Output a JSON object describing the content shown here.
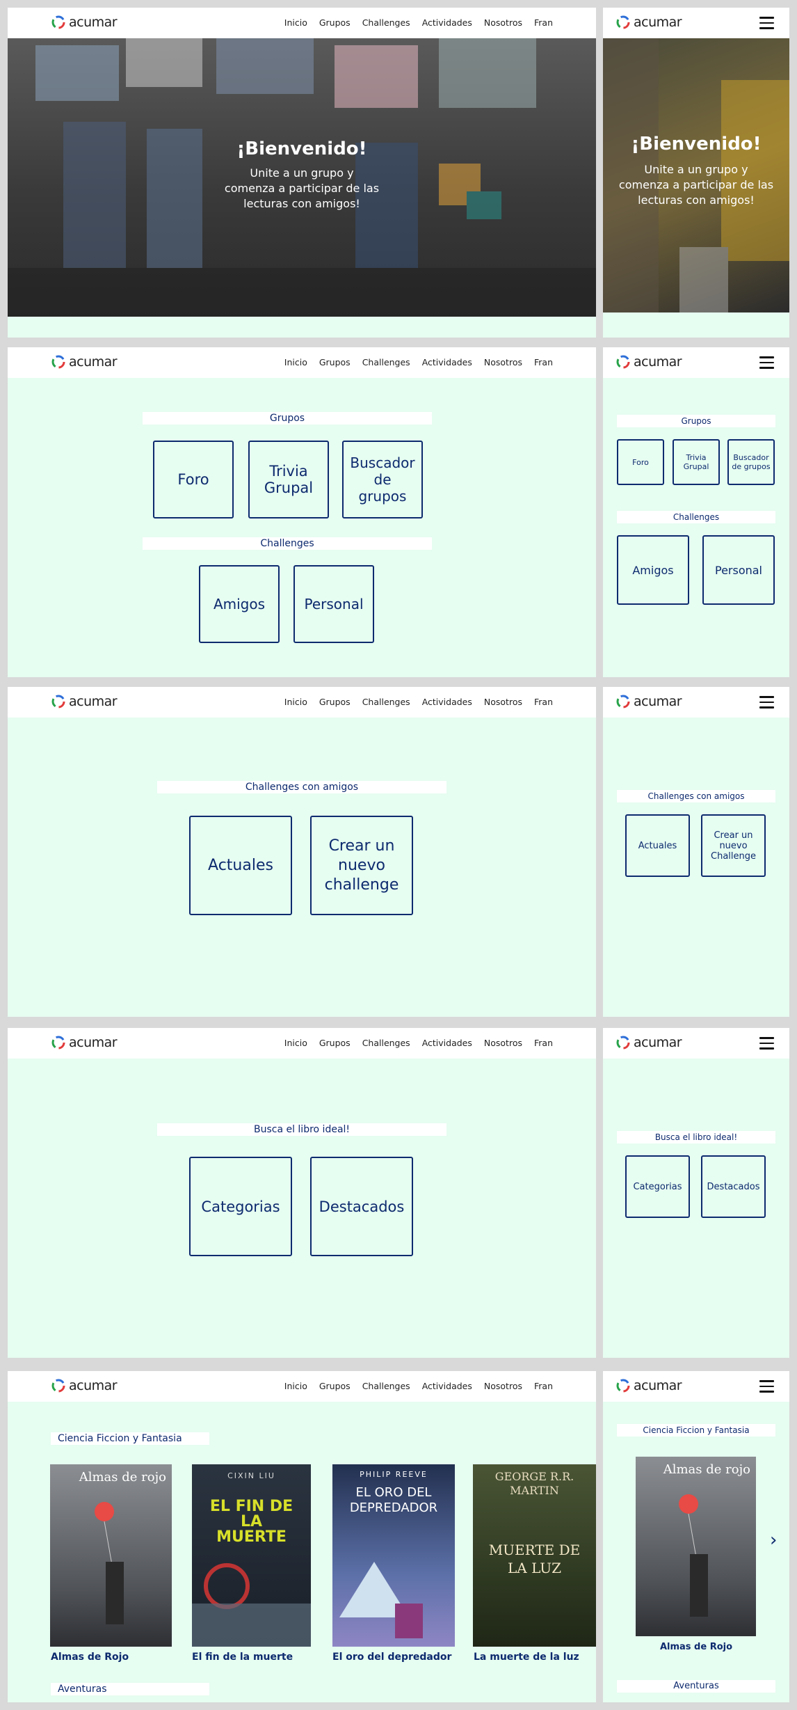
{
  "brand": {
    "name": "acumar"
  },
  "nav": {
    "items": [
      "Inicio",
      "Grupos",
      "Challenges",
      "Actividades",
      "Nosotros",
      "Fran"
    ]
  },
  "hero": {
    "title": "¡Bienvenido!",
    "subtitle_lines": [
      "Unite a un grupo y",
      "comenza a participar de las",
      "lecturas con amigos!"
    ]
  },
  "groups": {
    "label": "Grupos",
    "buttons": [
      "Foro",
      "Trivia Grupal",
      "Buscador de grupos"
    ]
  },
  "challenges": {
    "label": "Challenges",
    "buttons": [
      "Amigos",
      "Personal"
    ]
  },
  "friends_challenges": {
    "label": "Challenges con amigos",
    "buttons_desktop": [
      "Actuales",
      "Crear un nuevo challenge"
    ],
    "buttons_mobile": [
      "Actuales",
      "Crear un nuevo Challenge"
    ]
  },
  "books_search": {
    "label": "Busca el libro ideal!",
    "buttons": [
      "Categorias",
      "Destacados"
    ]
  },
  "catalog": {
    "category": "Ciencia Ficcion y Fantasia",
    "next_category": "Aventuras",
    "books": [
      {
        "title": "Almas de Rojo",
        "cover_title": "Almas de rojo",
        "cover_author": "",
        "cover_bg": "#6c6f75"
      },
      {
        "title": "El fin de la muerte",
        "cover_title": "EL FIN DE LA MUERTE",
        "cover_author": "CIXIN LIU",
        "cover_bg": "#1f2a36"
      },
      {
        "title": "El oro del depredador",
        "cover_title": "EL ORO DEL DEPREDADOR",
        "cover_author": "PHILIP REEVE",
        "cover_bg": "#4a5a93"
      },
      {
        "title": "La muerte de la luz",
        "cover_title": "MUERTE DE LA LUZ",
        "cover_author": "GEORGE R.R. MARTIN",
        "cover_bg": "#3c4a2c"
      }
    ],
    "carousel_next": "›"
  },
  "colors": {
    "accent": "#0d2a6e",
    "background": "#e6fdf1",
    "nav": "#ffffff"
  }
}
